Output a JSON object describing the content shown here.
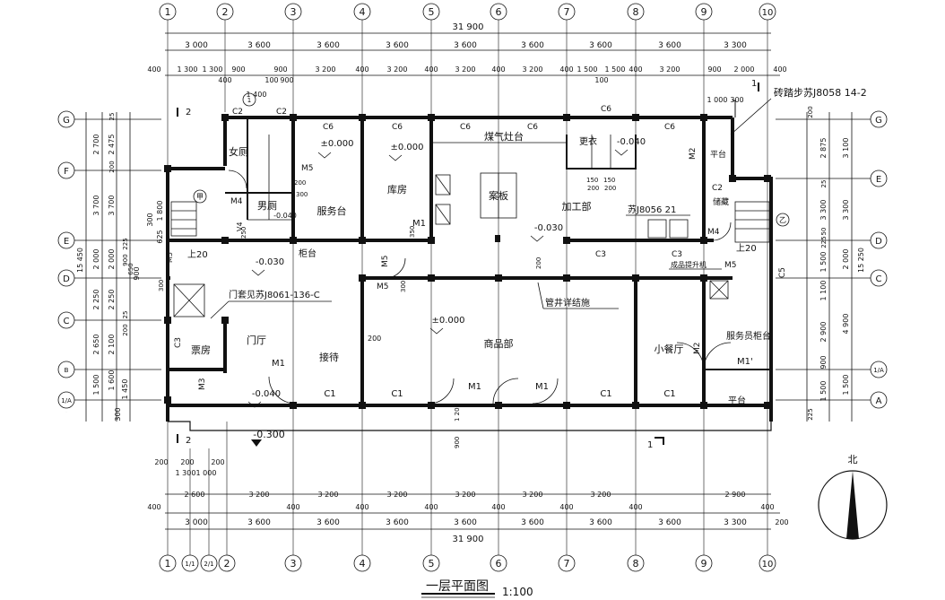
{
  "title": "一层平面图",
  "scale": "1:100",
  "axes_top": [
    "1",
    "2",
    "3",
    "4",
    "5",
    "6",
    "7",
    "8",
    "9",
    "10"
  ],
  "axes_bottom": [
    "1",
    "1/1",
    "2/1",
    "2",
    "3",
    "4",
    "5",
    "6",
    "7",
    "8",
    "9",
    "10"
  ],
  "axes_left": [
    "G",
    "F",
    "E",
    "D",
    "C",
    "B",
    "1/A",
    "A"
  ],
  "axes_right": [
    "G",
    "E",
    "D",
    "C",
    "1/A",
    "A"
  ],
  "dims_top_total": "31 900",
  "dims_top_bays": [
    "3 000",
    "3 600",
    "3 600",
    "3 600",
    "3 600",
    "3 600",
    "3 600",
    "3 600",
    "3 300"
  ],
  "dims_top_detail": [
    "400",
    "1 300",
    "1 300",
    "900",
    "900",
    "3 200",
    "400",
    "3 200",
    "400",
    "3 200",
    "400",
    "3 200",
    "400",
    "1 500",
    "1 500",
    "400",
    "3 200",
    "900",
    "2 000",
    "400"
  ],
  "dims_top_extra": [
    "400",
    "100",
    "1 400",
    "900",
    "100",
    "1 000",
    "300"
  ],
  "dims_bottom_total": "31 900",
  "dims_bottom_bays": [
    "3 000",
    "3 600",
    "3 600",
    "3 600",
    "3 600",
    "3 600",
    "3 600",
    "3 600",
    "3 300",
    "200"
  ],
  "dims_bottom_detail": [
    "400",
    "2 600",
    "3 200",
    "400",
    "3 200",
    "400",
    "3 200",
    "400",
    "3 200",
    "400",
    "3 200",
    "400",
    "3 200",
    "400",
    "2 900",
    "400"
  ],
  "dims_bottom_extra": [
    "200",
    "200",
    "200",
    "1 300",
    "1 000"
  ],
  "dims_left_total": "15 450",
  "dims_left_outer": [
    "2 700",
    "3 700",
    "2 000",
    "2 250",
    "2 650",
    "1 500",
    "300"
  ],
  "dims_left_inner": [
    "2 475",
    "3 700",
    "2 000",
    "2 250",
    "2 100",
    "1 600",
    "1 450",
    "1 800",
    "625",
    "900",
    "300",
    "200",
    "200",
    "225",
    "25",
    "25",
    "650",
    "900"
  ],
  "dims_right_total": "15 250",
  "dims_right_outer": [
    "3 100",
    "3 300",
    "2 000",
    "4 900",
    "1 500"
  ],
  "dims_right_inner": [
    "2 875",
    "3 300",
    "1 500",
    "1 100",
    "2 900",
    "900",
    "1 500",
    "225",
    "225",
    "200",
    "25",
    "50"
  ],
  "rooms": [
    "女厕",
    "男厕",
    "服务台",
    "库房",
    "煤气灶台",
    "案板",
    "加工部",
    "更衣",
    "储藏",
    "票房",
    "门厅",
    "接待",
    "商品部",
    "小餐厅",
    "服务员柜台",
    "平台",
    "平台",
    "柜台"
  ],
  "doors": [
    "M1",
    "M1",
    "M1",
    "M1",
    "M1'",
    "M2",
    "M2",
    "M3",
    "M4",
    "M4",
    "M5",
    "M5",
    "M5",
    "M5",
    "M5",
    "V4"
  ],
  "windows": [
    "C1",
    "C1",
    "C1",
    "C1",
    "C1",
    "C2",
    "C2",
    "C2",
    "C3",
    "C3",
    "C3",
    "C5",
    "C6",
    "C6",
    "C6",
    "C6",
    "C6",
    "C6"
  ],
  "elevations": [
    "±0.000",
    "±0.000",
    "±0.000",
    "-0.040",
    "-0.030",
    "-0.030",
    "-0.040",
    "-0.040",
    "-0.300"
  ],
  "notes": [
    "砖踏步苏J8058 14-2",
    "门套见苏J8061-136-C",
    "苏J8056 21",
    "管井详结施",
    "成品提升机",
    "上20",
    "上20",
    "甲",
    "乙",
    "200",
    "350",
    "200",
    "250",
    "300",
    "300",
    "200",
    "1 200",
    "900",
    "300",
    "150",
    "150",
    "200",
    "200",
    "1"
  ],
  "section_marks": [
    "1",
    "1",
    "2",
    "2"
  ],
  "north": "北"
}
